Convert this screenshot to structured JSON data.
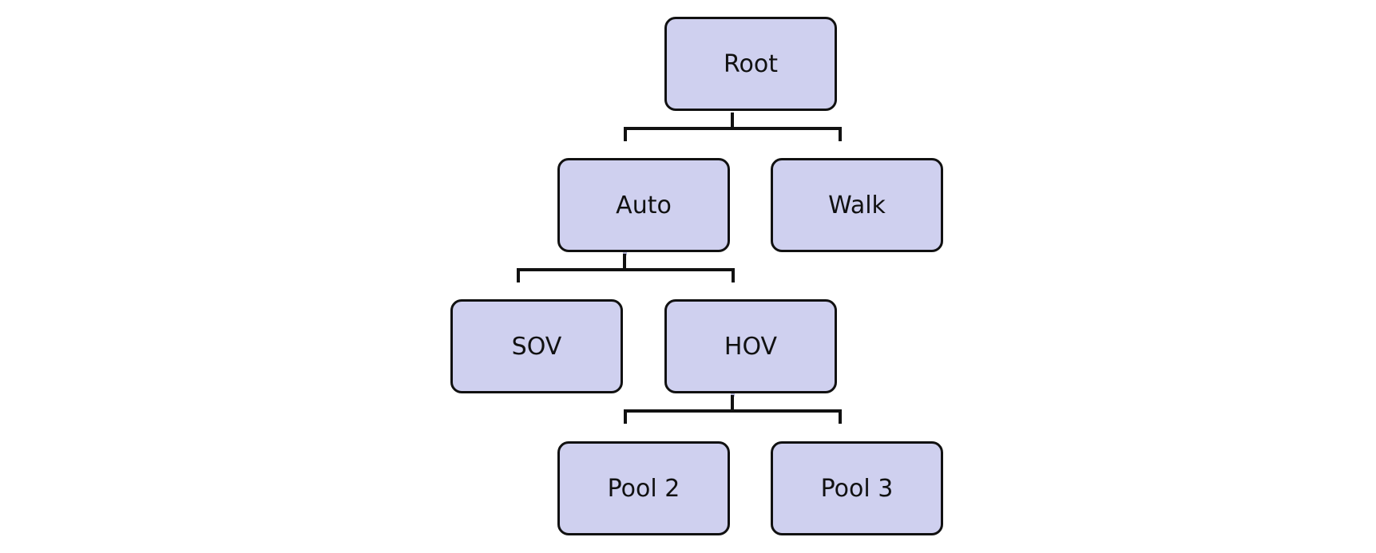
{
  "diagram": {
    "type": "tree",
    "colors": {
      "node_fill": "#cfd0ef",
      "node_border": "#111111",
      "connector": "#111111"
    },
    "nodes": [
      {
        "id": "root",
        "label": "Root",
        "parent": null
      },
      {
        "id": "auto",
        "label": "Auto",
        "parent": "root"
      },
      {
        "id": "walk",
        "label": "Walk",
        "parent": "root"
      },
      {
        "id": "sov",
        "label": "SOV",
        "parent": "auto"
      },
      {
        "id": "hov",
        "label": "HOV",
        "parent": "auto"
      },
      {
        "id": "pool2",
        "label": "Pool 2",
        "parent": "hov"
      },
      {
        "id": "pool3",
        "label": "Pool 3",
        "parent": "hov"
      }
    ]
  }
}
